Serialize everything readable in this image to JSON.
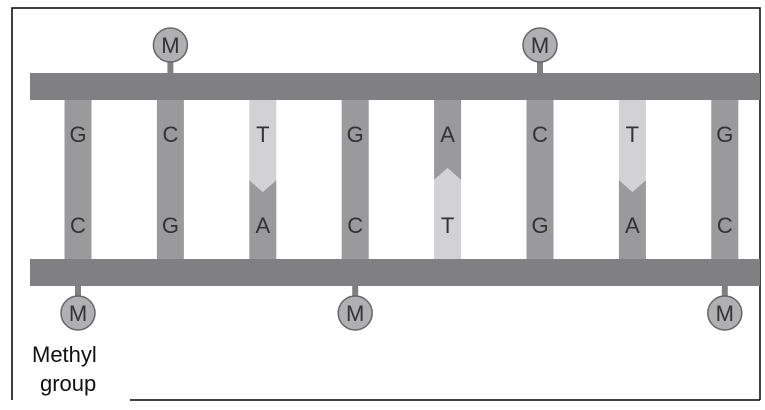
{
  "diagram": {
    "methyl_symbol": "M",
    "caption_line1": "Methyl",
    "caption_line2": "group",
    "colors": {
      "frame": "#000000",
      "backbone": "#808082",
      "rung_dark": "#9a9a9c",
      "rung_light": "#d2d2d4",
      "methyl_fill": "#b0b0b2",
      "methyl_stroke": "#666666",
      "text": "#333333"
    },
    "base_pairs": [
      {
        "top": "G",
        "bottom": "C",
        "top_shade": "dark",
        "bottom_shade": "dark",
        "notch": "none"
      },
      {
        "top": "C",
        "bottom": "G",
        "top_shade": "dark",
        "bottom_shade": "dark",
        "notch": "none"
      },
      {
        "top": "T",
        "bottom": "A",
        "top_shade": "light",
        "bottom_shade": "dark",
        "notch": "down"
      },
      {
        "top": "G",
        "bottom": "C",
        "top_shade": "dark",
        "bottom_shade": "dark",
        "notch": "none"
      },
      {
        "top": "A",
        "bottom": "T",
        "top_shade": "dark",
        "bottom_shade": "light",
        "notch": "up"
      },
      {
        "top": "C",
        "bottom": "G",
        "top_shade": "dark",
        "bottom_shade": "dark",
        "notch": "none"
      },
      {
        "top": "T",
        "bottom": "A",
        "top_shade": "light",
        "bottom_shade": "dark",
        "notch": "down"
      },
      {
        "top": "G",
        "bottom": "C",
        "top_shade": "dark",
        "bottom_shade": "dark",
        "notch": "none"
      }
    ],
    "top_methyl_groups": [
      {
        "pair_index": 1,
        "label": "M"
      },
      {
        "pair_index": 5,
        "label": "M"
      }
    ],
    "bottom_methyl_groups": [
      {
        "pair_index": 0,
        "label": "M"
      },
      {
        "pair_index": 3,
        "label": "M"
      },
      {
        "pair_index": 7,
        "label": "M"
      }
    ]
  }
}
